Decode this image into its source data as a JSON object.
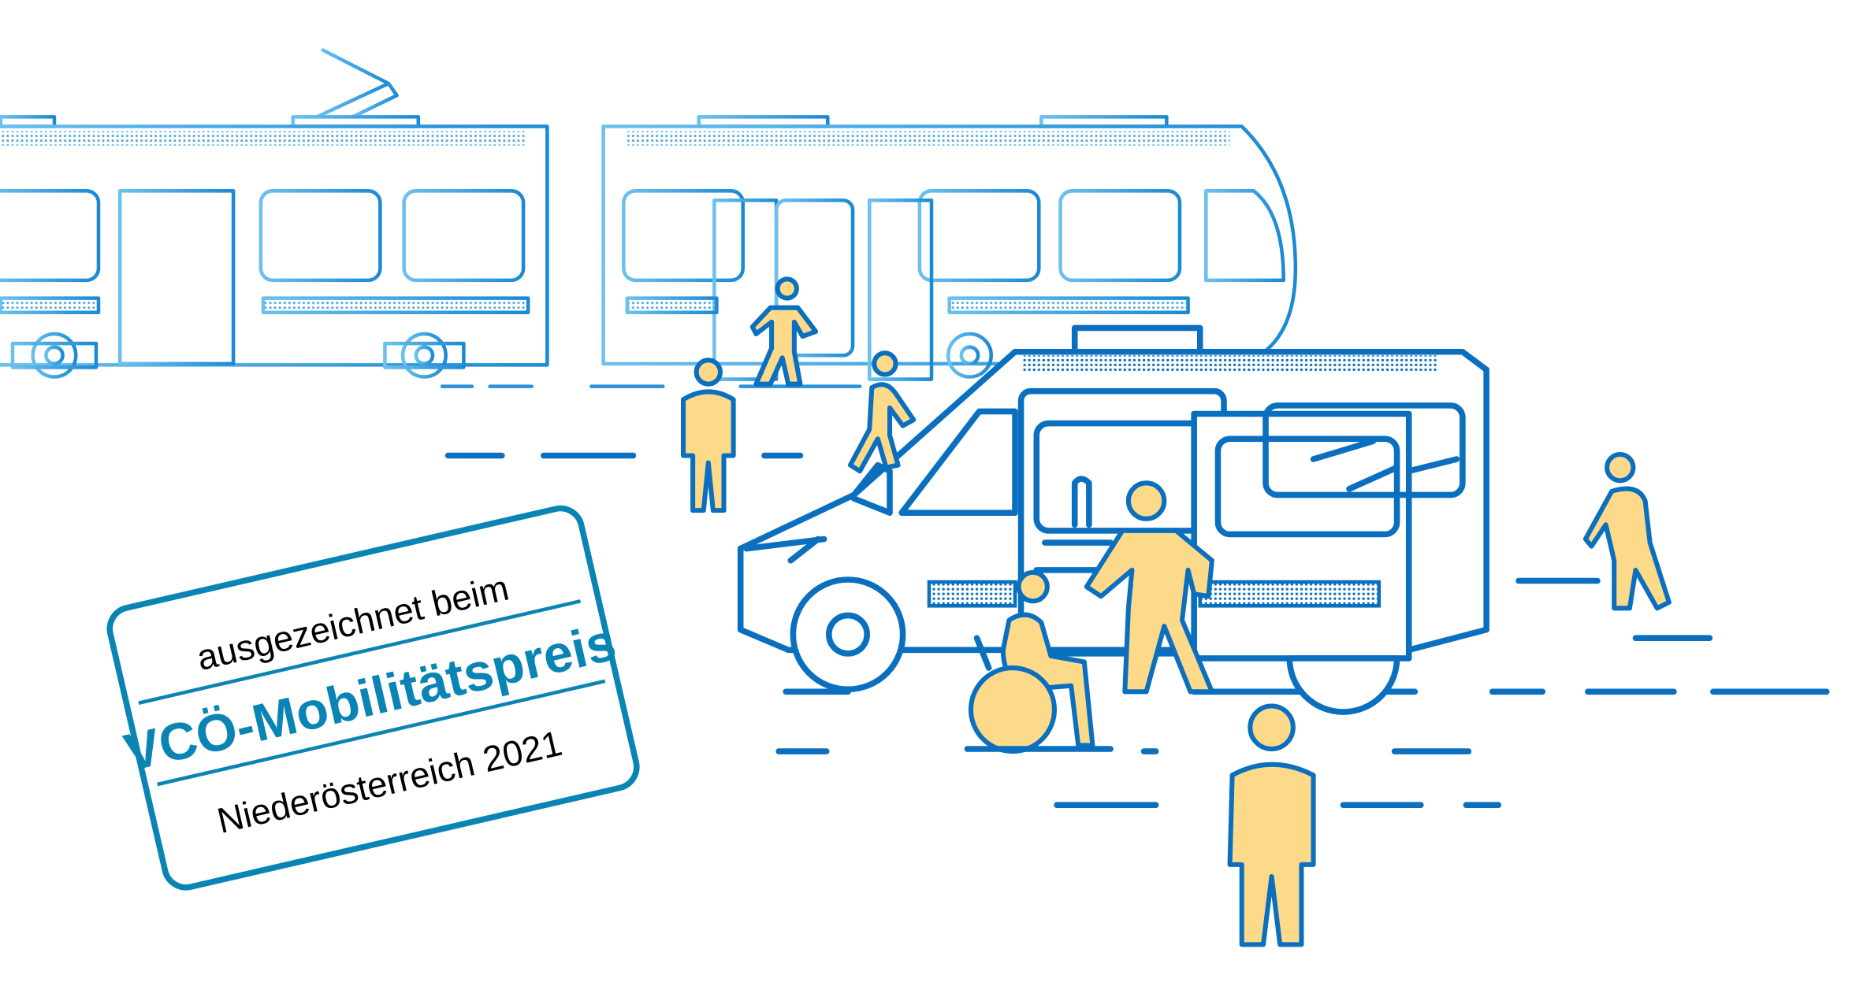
{
  "badge": {
    "line1": "ausgezeichnet beim",
    "line2": "VCÖ-Mobilitätspreis",
    "line3": "Niederösterreich 2021"
  },
  "colors": {
    "badge_accent": "#0a84b4",
    "van_stroke": "#0b6fbf",
    "tram_stroke_light": "#6cc0ee",
    "tram_stroke_dark": "#1a8ad4",
    "person_fill": "#fdd98a"
  }
}
